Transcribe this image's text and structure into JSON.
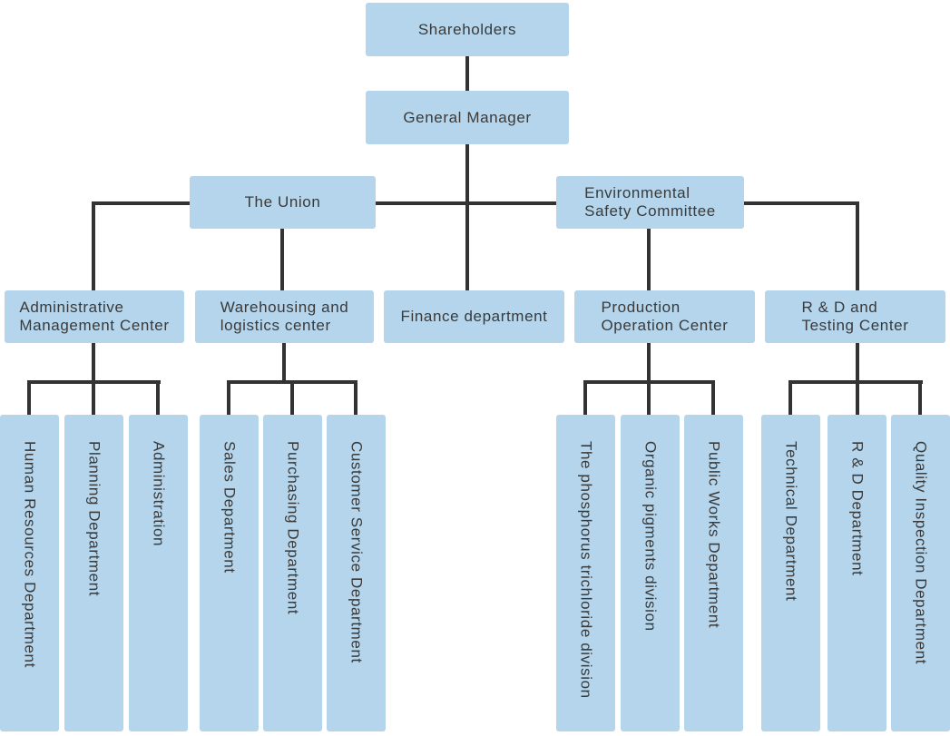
{
  "colors": {
    "node_fill": "#b4d5eb",
    "connector": "#333333",
    "text": "#3a3a3a",
    "background": "#ffffff"
  },
  "nodes": {
    "shareholders": "Shareholders",
    "general_manager": "General Manager",
    "the_union": "The Union",
    "environmental_safety_committee": "Environmental\nSafety Committee",
    "administrative_management_center": "Administrative\nManagement Center",
    "warehousing_logistics_center": "Warehousing and\nlogistics center",
    "finance_department": "Finance department",
    "production_operation_center": "Production\nOperation Center",
    "rd_testing_center": "R & D and\nTesting Center",
    "human_resources_department": "Human Resources Department",
    "planning_department": "Planning Department",
    "administration": "Administration",
    "sales_department": "Sales Department",
    "purchasing_department": "Purchasing Department",
    "customer_service_department": "Customer Service Department",
    "phosphorus_trichloride_division": "The phosphorus trichloride division",
    "organic_pigments_division": "Organic pigments division",
    "public_works_department": "Public Works Department",
    "technical_department": "Technical Department",
    "rd_department": "R & D Department",
    "quality_inspection_department": "Quality Inspection Department"
  },
  "hierarchy": {
    "Shareholders": [
      "General Manager"
    ],
    "General Manager": [
      "The Union",
      "Environmental\nSafety Committee",
      "Finance department"
    ],
    "The Union": [
      "Administrative\nManagement Center",
      "Warehousing and\nlogistics center"
    ],
    "Environmental\nSafety Committee": [
      "Production\nOperation Center",
      "R & D and\nTesting Center"
    ],
    "Administrative\nManagement Center": [
      "Human Resources Department",
      "Planning Department",
      "Administration"
    ],
    "Warehousing and\nlogistics center": [
      "Sales Department",
      "Purchasing Department",
      "Customer Service Department"
    ],
    "Production\nOperation Center": [
      "The phosphorus trichloride division",
      "Organic pigments division",
      "Public Works Department"
    ],
    "R & D and\nTesting Center": [
      "Technical Department",
      "R & D Department",
      "Quality Inspection Department"
    ]
  }
}
